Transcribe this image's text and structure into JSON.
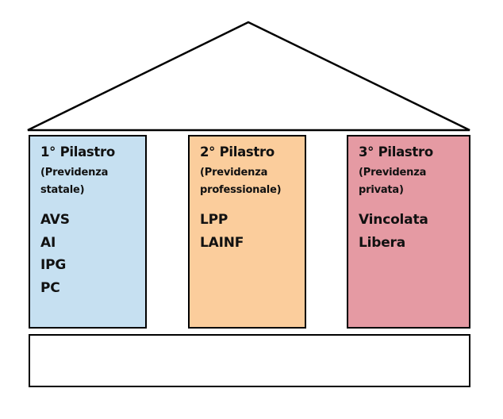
{
  "diagram": {
    "type": "three-pillar-house",
    "pillars": [
      {
        "title": "1° Pilastro",
        "subtitle_line1": "(Previdenza",
        "subtitle_line2": "statale)",
        "items": [
          "AVS",
          "AI",
          "IPG",
          "PC"
        ],
        "color": "#c6e0f1"
      },
      {
        "title": "2° Pilastro",
        "subtitle_line1": "(Previdenza",
        "subtitle_line2": "professionale)",
        "items": [
          "LPP",
          "LAINF"
        ],
        "color": "#fbcd9c"
      },
      {
        "title": "3° Pilastro",
        "subtitle_line1": "(Previdenza",
        "subtitle_line2": "privata)",
        "items": [
          "Vincolata",
          "Libera"
        ],
        "color": "#e59aa3"
      }
    ],
    "roof_color": "#ffffff",
    "base_color": "#ffffff",
    "outline_color": "#000000"
  }
}
